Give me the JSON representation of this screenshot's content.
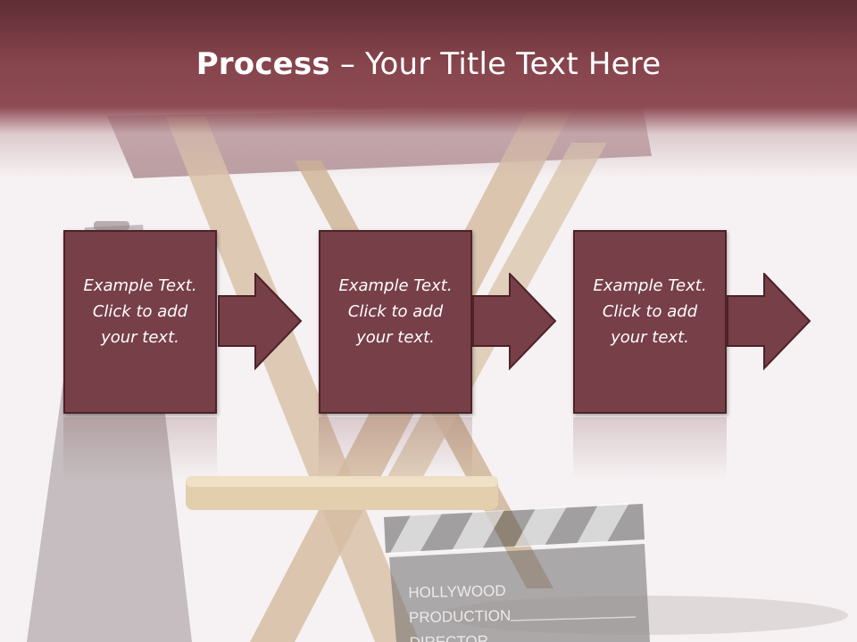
{
  "title": {
    "bold": "Process",
    "rest": " – Your Title Text Here"
  },
  "steps": [
    {
      "line1": "Example Text.",
      "line2": "Click  to add",
      "line3": "your text."
    },
    {
      "line1": "Example Text.",
      "line2": "Click  to add",
      "line3": "your text."
    },
    {
      "line1": "Example Text.",
      "line2": "Click  to add",
      "line3": "your text."
    }
  ],
  "clapperboard": {
    "line1": "HOLLYWOOD",
    "line2": "PRODUCTION",
    "line3": "DIRECTOR"
  },
  "colors": {
    "title_bar": "#8e4b53",
    "box_fill": "#773f47",
    "box_border": "#4e222a",
    "background": "#f6f2f3"
  }
}
